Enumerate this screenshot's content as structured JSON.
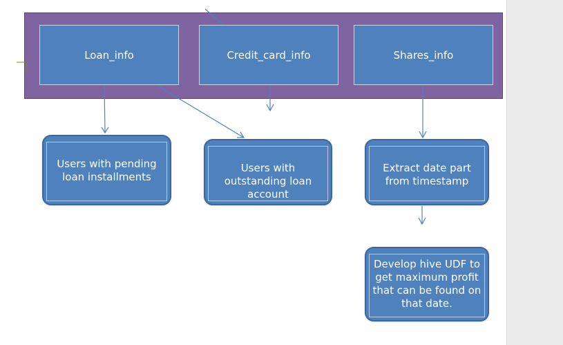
{
  "diagram": {
    "sources": [
      {
        "id": "loan",
        "label": "Loan_info"
      },
      {
        "id": "credit",
        "label": "Credit_card_info"
      },
      {
        "id": "shares",
        "label": "Shares_info"
      }
    ],
    "tasks": [
      {
        "id": "pending",
        "label": "Users with pending loan installments"
      },
      {
        "id": "outstanding",
        "label": "Users with outstanding loan account"
      },
      {
        "id": "extract",
        "label": "Extract date part from timestamp"
      },
      {
        "id": "udf",
        "label": "Develop hive UDF to get maximum profit that can be found on that date."
      }
    ],
    "edges": [
      {
        "from": "Loan_info",
        "to": "Users with pending loan installments"
      },
      {
        "from": "Loan_info",
        "to": "Users with outstanding loan account"
      },
      {
        "from": "Credit_card_info",
        "to": ""
      },
      {
        "from": "Shares_info",
        "to": "Extract date part from timestamp"
      },
      {
        "from": "Extract date part from timestamp",
        "to": ""
      }
    ],
    "colors": {
      "group_fill": "#8063a1",
      "box_fill": "#4f81bd",
      "connector": "#4f81bd"
    }
  }
}
